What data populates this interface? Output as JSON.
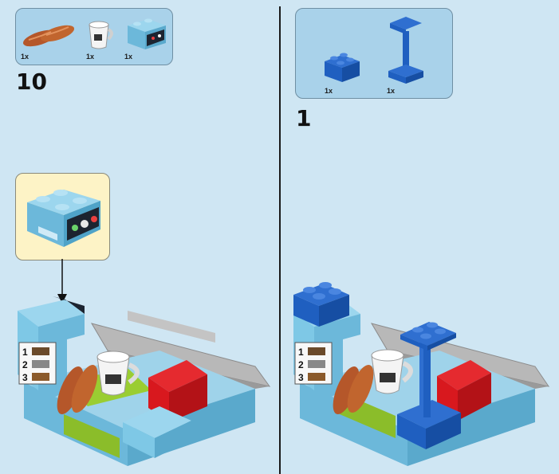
{
  "left_step": {
    "number": "10",
    "parts": [
      {
        "name": "bread-rolls",
        "qty": "1x"
      },
      {
        "name": "cup",
        "qty": "1x"
      },
      {
        "name": "coffee-machine-brick",
        "qty": "1x"
      }
    ]
  },
  "right_step": {
    "number": "1",
    "parts": [
      {
        "name": "blue-brick-2x2",
        "qty": "1x"
      },
      {
        "name": "blue-pole-stand",
        "qty": "1x"
      }
    ]
  },
  "menu_sign": {
    "items": [
      "1",
      "2",
      "3"
    ]
  },
  "colors": {
    "background": "#cfe6f3",
    "parts_box": "#a9d2ea",
    "callout": "#fdf3c6",
    "light_blue_brick": "#7ec8e6",
    "blue_brick": "#1f5fc0",
    "red_brick": "#d8181e",
    "lime_brick": "#9acd32",
    "grey_rail": "#b8b8b8",
    "bread": "#b5572a"
  }
}
